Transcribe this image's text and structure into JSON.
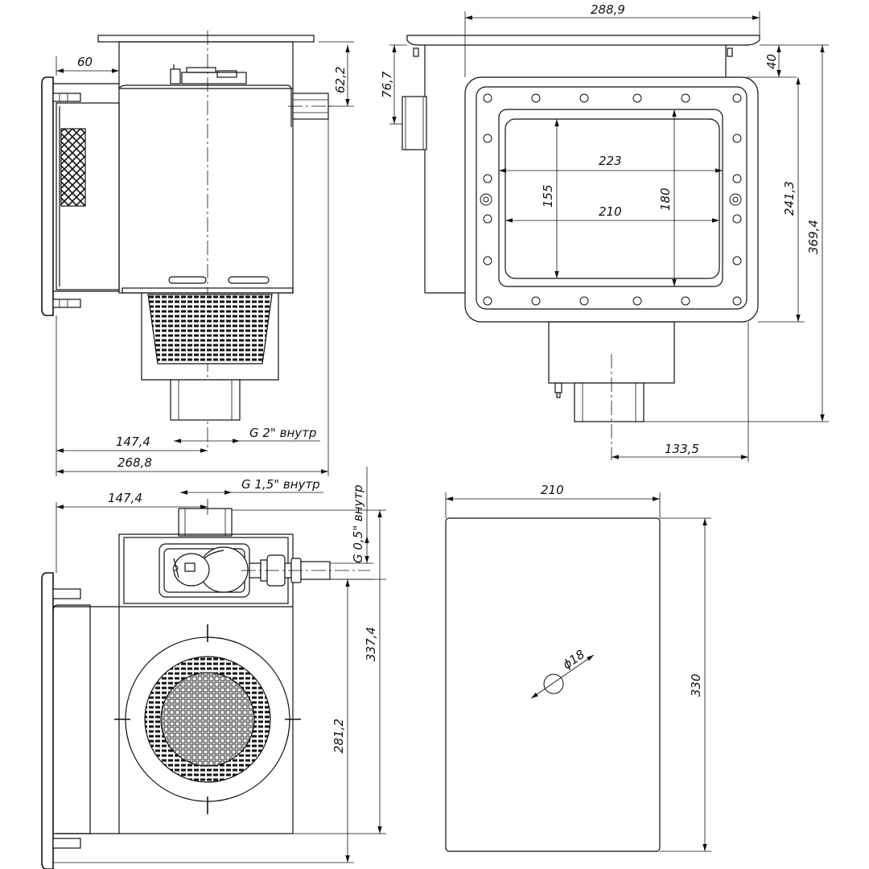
{
  "views": {
    "side_view": {
      "dims": {
        "flange_depth": "60",
        "pipe_height": "62,2",
        "outlet_offset": "147,4",
        "total_depth": "268,8",
        "outlet_thread": "G 2\" внутр"
      }
    },
    "front_view": {
      "dims": {
        "total_width": "288,9",
        "top_offset": "40",
        "nozzle_height": "76,7",
        "opening_width_outer": "223",
        "opening_width_inner": "210",
        "opening_height_inner": "155",
        "opening_height_outer": "180",
        "flange_height": "241,3",
        "total_height": "369,4",
        "outlet_offset": "133,5"
      }
    },
    "top_view": {
      "dims": {
        "outlet_offset": "147,4",
        "return_thread": "G 1,5\" внутр",
        "level_thread": "G 0,5\" внутр",
        "total_length": "337,4",
        "body_length": "281,2"
      }
    },
    "cover_view": {
      "dims": {
        "width": "210",
        "height": "330",
        "hole_diameter": "ϕ18"
      }
    }
  }
}
